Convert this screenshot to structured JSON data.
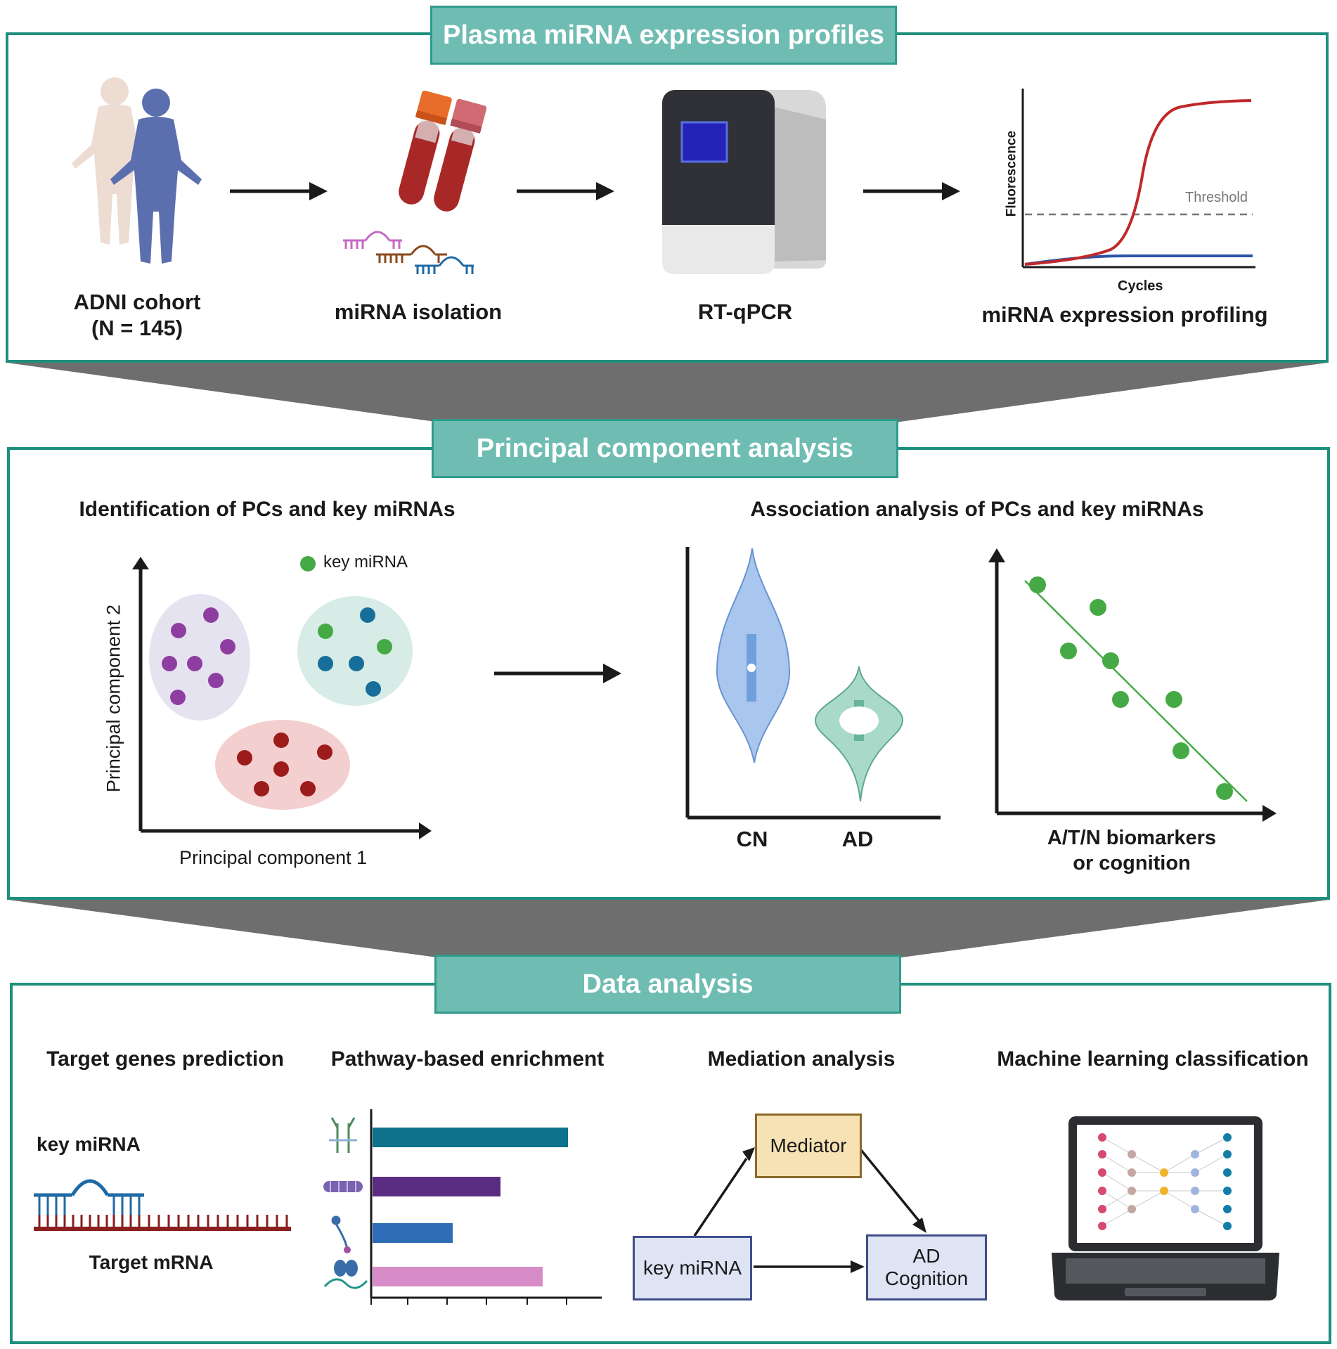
{
  "panel1": {
    "title": "Plasma miRNA expression profiles",
    "cohort_label_line1": "ADNI cohort",
    "cohort_label_line2": "(N = 145)",
    "isolation_label": "miRNA isolation",
    "rtqpcr_label": "RT-qPCR",
    "profiling_label": "miRNA expression profiling",
    "plot": {
      "ylabel": "Fluorescence",
      "xlabel": "Cycles",
      "threshold_label": "Threshold"
    }
  },
  "panel2": {
    "title": "Principal component analysis",
    "left_heading": "Identification of PCs and key miRNAs",
    "right_heading": "Association analysis of PCs and key miRNAs",
    "pca": {
      "xlabel": "Principal component 1",
      "ylabel": "Principal component 2",
      "legend": "key miRNA"
    },
    "violin": {
      "cat1": "CN",
      "cat2": "AD"
    },
    "scatter": {
      "xlabel_line1": "A/T/N biomarkers",
      "xlabel_line2": "or cognition"
    }
  },
  "panel3": {
    "title": "Data analysis",
    "col1_heading": "Target genes prediction",
    "col2_heading": "Pathway-based enrichment",
    "col3_heading": "Mediation analysis",
    "col4_heading": "Machine learning classification",
    "mirna_label": "key miRNA",
    "mrna_label": "Target mRNA",
    "mediation": {
      "mediator": "Mediator",
      "source": "key miRNA",
      "outcome_line1": "AD",
      "outcome_line2": "Cognition"
    }
  },
  "colors": {
    "panel_border": "#1f8f7e",
    "banner_fill": "#6fbcb2",
    "connector": "#6e6e6e",
    "human_front": "#5b6fae",
    "human_back": "#ecdcd2",
    "tube_blood": "#a82828",
    "curve_red": "#c0282a",
    "curve_blue": "#2c53a6",
    "cluster_purple": "#8e3ea0",
    "cluster_teal": "#176e9a",
    "cluster_red": "#9c1c1c",
    "key_green": "#45aa45",
    "violin_cn": "#a9c6ee",
    "violin_ad": "#a9dac9",
    "bar_teal": "#0e728c",
    "bar_purple": "#5a2d82",
    "bar_blue": "#2f6cb7",
    "bar_pink": "#d78cc8",
    "mediator_fill": "#f6e2b4",
    "node_fill": "#dfe4f5"
  }
}
